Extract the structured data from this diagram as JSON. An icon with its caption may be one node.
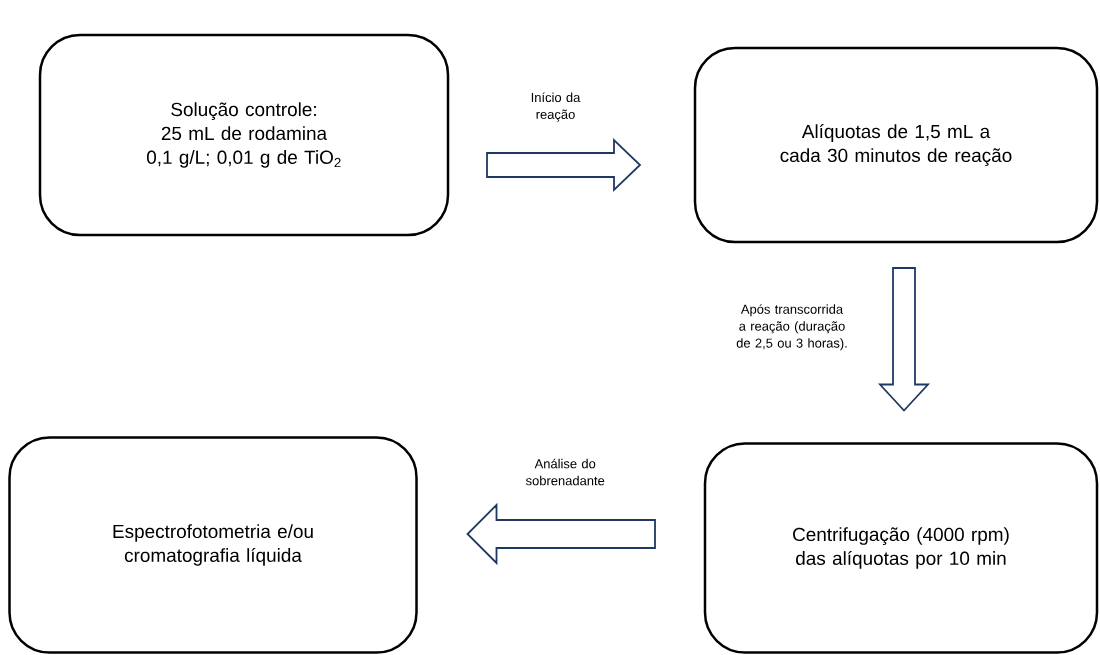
{
  "diagram": {
    "nodes": [
      {
        "text": [
          "Solução controle:",
          "25 mL de rodamina 0,1 g/L; 0,01 g de TiO$_{2}$"
        ]
      },
      {
        "text": [
          "Alíquotas de 1,5 mL a cada 30 minutos de reação"
        ]
      },
      {
        "text": [
          "Centrifugação (4000 rpm) das alíquotas por 10 min"
        ]
      },
      {
        "text": [
          "Espectrofotometria e/ou cromatografia líquida"
        ]
      }
    ],
    "edges": [
      {
        "from": 0,
        "to": 1,
        "arrow": "to",
        "label": "Início da reação"
      },
      {
        "from": 1,
        "to": 2,
        "arrow": "to",
        "label": "Após transcorrida a reação (duração de 2,5 ou 3 horas)."
      },
      {
        "from": 2,
        "to": 3,
        "arrow": "to",
        "label": "Análise do sobrenadante"
      }
    ]
  }
}
